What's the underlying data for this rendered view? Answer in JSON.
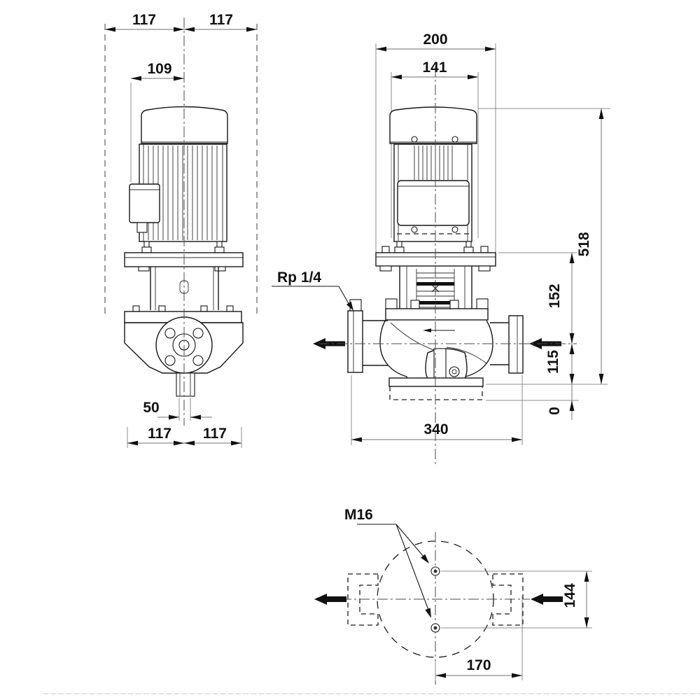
{
  "front_view": {
    "dims": {
      "top_left": "117",
      "top_right": "117",
      "motor_offset": "109",
      "bore": "50",
      "base_left": "117",
      "base_right": "117"
    }
  },
  "side_view": {
    "dims": {
      "stool_width": "200",
      "motor_width": "141",
      "total_height": "518",
      "cl_to_stool": "152",
      "cl_to_base": "115",
      "datum": "0",
      "base_length": "340"
    },
    "gauge_tapping": "Rp 1/4"
  },
  "plan_view": {
    "thread": "M16",
    "bolt_pitch": "144",
    "port_offset": "170"
  },
  "icons": {
    "flow_direction": "bold-left-arrow",
    "dimension_arrow": "filled-triangle"
  },
  "colors": {
    "background": "#ffffff",
    "drawing_line": "#161616",
    "dimension_line": "#8c8c8c",
    "text": "#111111"
  }
}
